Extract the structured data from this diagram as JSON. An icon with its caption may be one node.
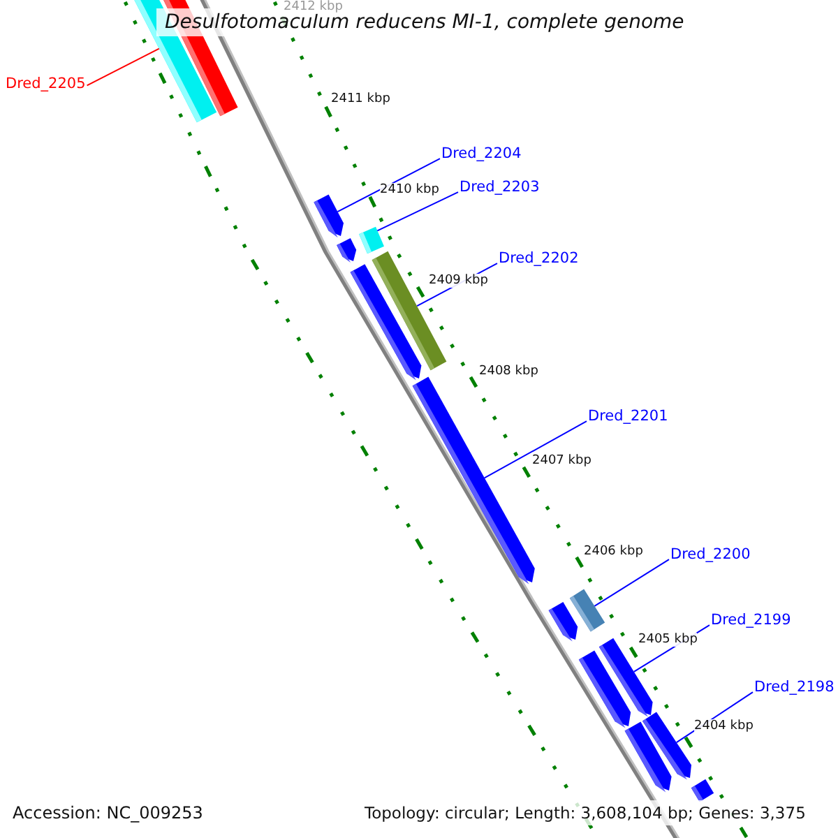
{
  "diagram": {
    "title": "Desulfotomaculum reducens MI-1, complete genome",
    "nodes": [
      {
        "text": [
          "Dred_2205"
        ]
      },
      {
        "text": [],
        "shape": "bar"
      },
      {
        "text": [
          "Dred_2204"
        ]
      },
      {
        "text": [],
        "shape": "arrow"
      },
      {
        "text": [
          "Dred_2203"
        ]
      },
      {
        "text": [],
        "shape": "bar"
      },
      {
        "text": [
          "Dred_2202"
        ]
      },
      {
        "text": [],
        "shape": "bar"
      },
      {
        "text": [
          "Dred_2201"
        ]
      },
      {
        "text": [],
        "shape": "arrow"
      },
      {
        "text": [
          "Dred_2200"
        ]
      },
      {
        "text": [],
        "shape": "bar"
      },
      {
        "text": [
          "Dred_2199"
        ]
      },
      {
        "text": [],
        "shape": "arrow"
      },
      {
        "text": [
          "Dred_2198"
        ]
      },
      {
        "text": [],
        "shape": "arrow"
      },
      {
        "text": [],
        "shape": "bar"
      },
      {
        "text": [],
        "shape": "arrow"
      },
      {
        "text": [],
        "shape": "arrow"
      },
      {
        "text": [],
        "shape": "arrow"
      },
      {
        "text": [],
        "shape": "arrow"
      },
      {
        "text": [],
        "shape": "arrow"
      },
      {
        "text": [],
        "shape": "bar"
      }
    ],
    "edges": [
      {
        "from": 0,
        "to": 1,
        "arrow": "none",
        "color": "#ff0000"
      },
      {
        "from": 2,
        "to": 3,
        "arrow": "none"
      },
      {
        "from": 4,
        "to": 5,
        "arrow": "none"
      },
      {
        "from": 6,
        "to": 7,
        "arrow": "none"
      },
      {
        "from": 8,
        "to": 9,
        "arrow": "none"
      },
      {
        "from": 10,
        "to": 11,
        "arrow": "none"
      },
      {
        "from": 12,
        "to": 13,
        "arrow": "none"
      },
      {
        "from": 14,
        "to": 15,
        "arrow": "none"
      }
    ],
    "labels": [
      "2412 kbp",
      "2411 kbp",
      "2410 kbp",
      "2409 kbp",
      "2408 kbp",
      "2407 kbp",
      "2406 kbp",
      "2405 kbp",
      "2404 kbp",
      "Accession: NC_009253",
      "Topology: circular; Length: 3,608,104 bp; Genes: 3,375"
    ]
  }
}
